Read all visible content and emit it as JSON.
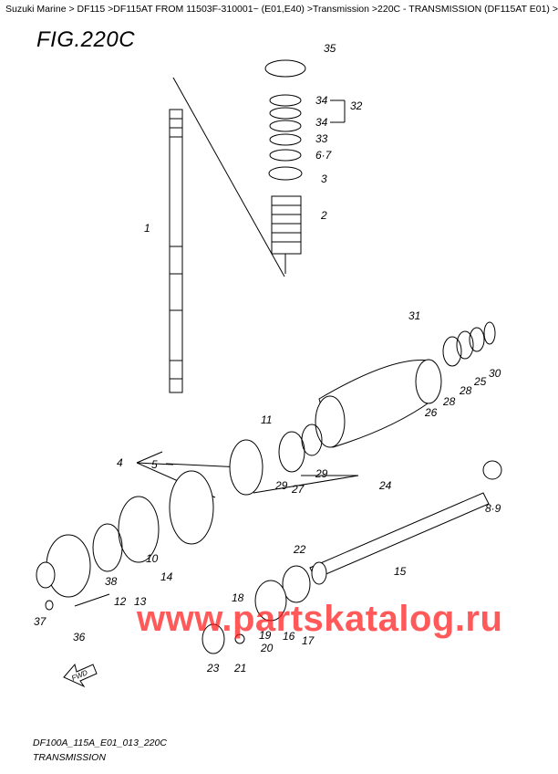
{
  "breadcrumb": "Suzuki Marine > DF115 >DF115AT FROM 11503F-310001~ (E01,E40) >Transmission >220C - TRANSMISSION (DF115AT E01) >",
  "fig_title": "FIG.220C",
  "watermark": "www.partskatalog.ru",
  "fwd_label": "FWD",
  "footer": {
    "code": "DF100A_115A_E01_013_220C",
    "name": "TRANSMISSION"
  },
  "callouts": [
    "35",
    "32",
    "34",
    "34",
    "33",
    "6·7",
    "3",
    "2",
    "1",
    "31",
    "30",
    "25",
    "28",
    "28",
    "26",
    "11",
    "24",
    "29",
    "29",
    "27",
    "4",
    "5",
    "8·9",
    "10",
    "14",
    "13",
    "12",
    "38",
    "15",
    "22",
    "16",
    "17",
    "18",
    "19",
    "20",
    "21",
    "23",
    "37",
    "36"
  ]
}
